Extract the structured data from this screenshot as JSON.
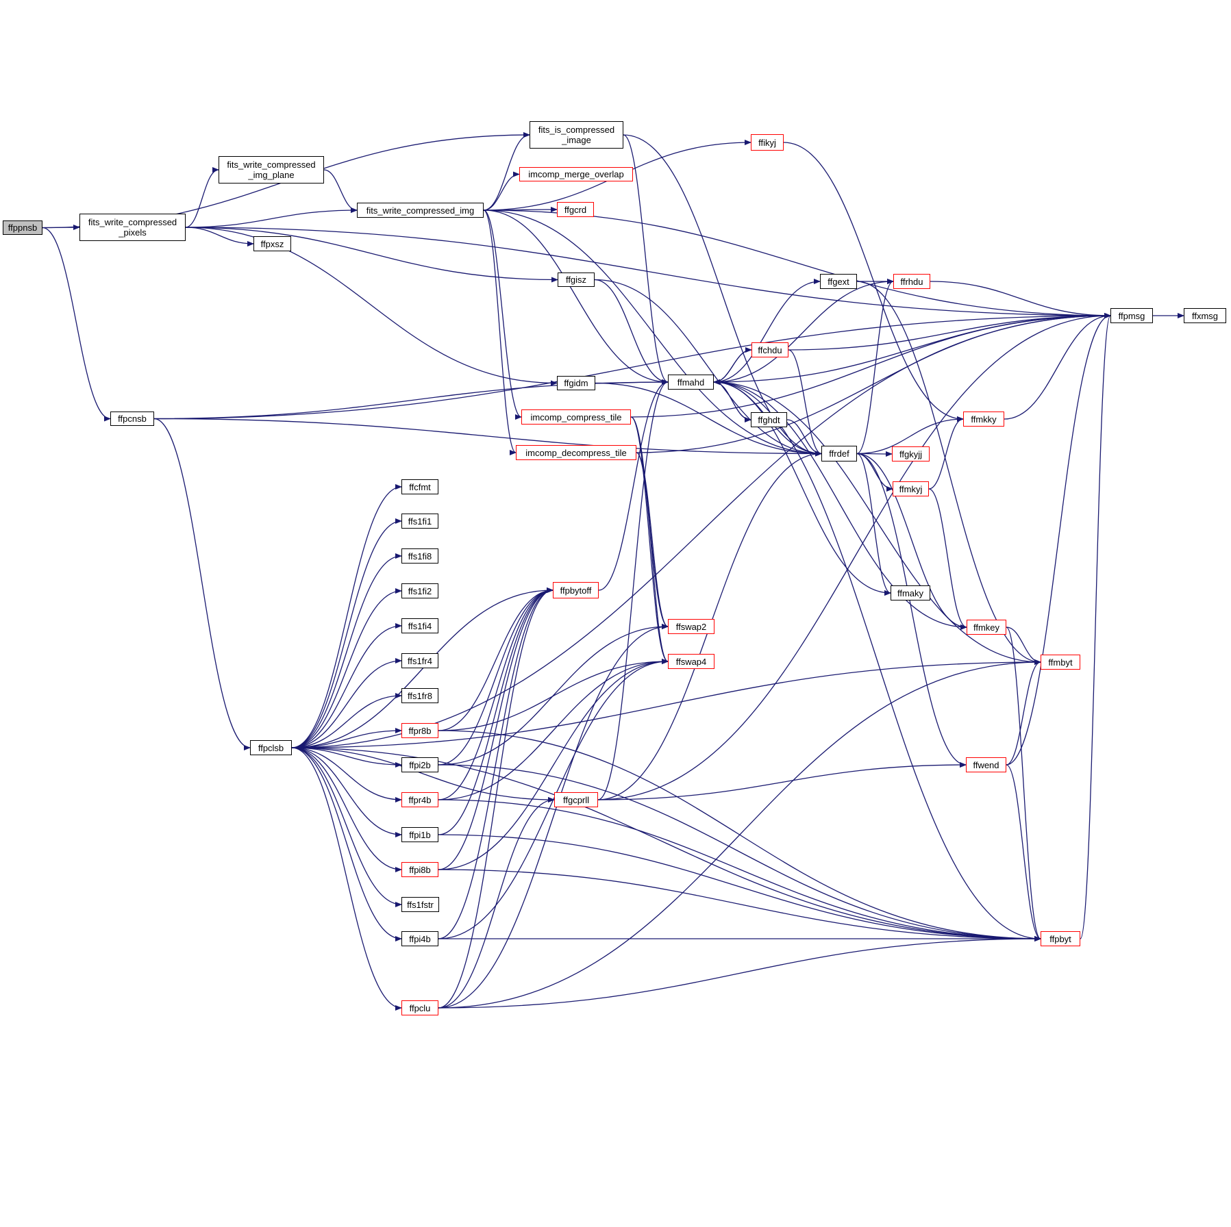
{
  "graph": {
    "edge_color": "#191970",
    "link_border_color": "#ff0000",
    "plain_border_color": "#000000",
    "root_fill": "#bfbfbf",
    "nodes": [
      {
        "id": "ffppnsb",
        "label": "ffppnsb",
        "style": "root"
      },
      {
        "id": "fits_write_compressed_pixels",
        "label": "fits_write_compressed\n_pixels",
        "style": "plain"
      },
      {
        "id": "ffpcnsb",
        "label": "ffpcnsb",
        "style": "plain"
      },
      {
        "id": "fits_write_compressed_img_plane",
        "label": "fits_write_compressed\n_img_plane",
        "style": "plain"
      },
      {
        "id": "fits_write_compressed_img",
        "label": "fits_write_compressed_img",
        "style": "plain"
      },
      {
        "id": "ffpxsz",
        "label": "ffpxsz",
        "style": "plain"
      },
      {
        "id": "fits_is_compressed_image",
        "label": "fits_is_compressed\n_image",
        "style": "plain"
      },
      {
        "id": "imcomp_merge_overlap",
        "label": "imcomp_merge_overlap",
        "style": "link"
      },
      {
        "id": "ffgcrd",
        "label": "ffgcrd",
        "style": "link"
      },
      {
        "id": "ffgisz",
        "label": "ffgisz",
        "style": "plain"
      },
      {
        "id": "ffgidm",
        "label": "ffgidm",
        "style": "plain"
      },
      {
        "id": "imcomp_compress_tile",
        "label": "imcomp_compress_tile",
        "style": "link"
      },
      {
        "id": "imcomp_decompress_tile",
        "label": "imcomp_decompress_tile",
        "style": "link"
      },
      {
        "id": "ffikyj",
        "label": "ffikyj",
        "style": "link"
      },
      {
        "id": "ffmahd",
        "label": "ffmahd",
        "style": "plain"
      },
      {
        "id": "ffgext",
        "label": "ffgext",
        "style": "plain"
      },
      {
        "id": "ffrhdu",
        "label": "ffrhdu",
        "style": "link"
      },
      {
        "id": "ffchdu",
        "label": "ffchdu",
        "style": "link"
      },
      {
        "id": "ffghdt",
        "label": "ffghdt",
        "style": "plain"
      },
      {
        "id": "ffrdef",
        "label": "ffrdef",
        "style": "plain"
      },
      {
        "id": "ffgkyjj",
        "label": "ffgkyjj",
        "style": "link"
      },
      {
        "id": "ffmkyj",
        "label": "ffmkyj",
        "style": "link"
      },
      {
        "id": "ffmaky",
        "label": "ffmaky",
        "style": "plain"
      },
      {
        "id": "ffmkky",
        "label": "ffmkky",
        "style": "link"
      },
      {
        "id": "ffmkey",
        "label": "ffmkey",
        "style": "link"
      },
      {
        "id": "ffmbyt",
        "label": "ffmbyt",
        "style": "link"
      },
      {
        "id": "ffwend",
        "label": "ffwend",
        "style": "link"
      },
      {
        "id": "ffpbyt",
        "label": "ffpbyt",
        "style": "link"
      },
      {
        "id": "ffpmsg",
        "label": "ffpmsg",
        "style": "plain"
      },
      {
        "id": "ffxmsg",
        "label": "ffxmsg",
        "style": "plain"
      },
      {
        "id": "ffpclsb",
        "label": "ffpclsb",
        "style": "plain"
      },
      {
        "id": "ffcfmt",
        "label": "ffcfmt",
        "style": "plain"
      },
      {
        "id": "ffs1fi1",
        "label": "ffs1fi1",
        "style": "plain"
      },
      {
        "id": "ffs1fi8",
        "label": "ffs1fi8",
        "style": "plain"
      },
      {
        "id": "ffs1fi2",
        "label": "ffs1fi2",
        "style": "plain"
      },
      {
        "id": "ffs1fi4",
        "label": "ffs1fi4",
        "style": "plain"
      },
      {
        "id": "ffs1fr4",
        "label": "ffs1fr4",
        "style": "plain"
      },
      {
        "id": "ffs1fr8",
        "label": "ffs1fr8",
        "style": "plain"
      },
      {
        "id": "ffpr8b",
        "label": "ffpr8b",
        "style": "link"
      },
      {
        "id": "ffpi2b",
        "label": "ffpi2b",
        "style": "plain"
      },
      {
        "id": "ffpr4b",
        "label": "ffpr4b",
        "style": "link"
      },
      {
        "id": "ffpi1b",
        "label": "ffpi1b",
        "style": "plain"
      },
      {
        "id": "ffpi8b",
        "label": "ffpi8b",
        "style": "link"
      },
      {
        "id": "ffs1fstr",
        "label": "ffs1fstr",
        "style": "plain"
      },
      {
        "id": "ffpi4b",
        "label": "ffpi4b",
        "style": "plain"
      },
      {
        "id": "ffpclu",
        "label": "ffpclu",
        "style": "link"
      },
      {
        "id": "ffpbytoff",
        "label": "ffpbytoff",
        "style": "link"
      },
      {
        "id": "ffswap2",
        "label": "ffswap2",
        "style": "link"
      },
      {
        "id": "ffswap4",
        "label": "ffswap4",
        "style": "link"
      },
      {
        "id": "ffgcprll",
        "label": "ffgcprll",
        "style": "link"
      }
    ],
    "edges": [
      [
        "ffppnsb",
        "fits_write_compressed_pixels"
      ],
      [
        "ffppnsb",
        "ffpcnsb"
      ],
      [
        "ffppnsb",
        "fits_is_compressed_image"
      ],
      [
        "fits_write_compressed_pixels",
        "fits_write_compressed_img_plane"
      ],
      [
        "fits_write_compressed_pixels",
        "fits_write_compressed_img"
      ],
      [
        "fits_write_compressed_pixels",
        "ffpxsz"
      ],
      [
        "fits_write_compressed_pixels",
        "ffgisz"
      ],
      [
        "fits_write_compressed_pixels",
        "ffgidm"
      ],
      [
        "fits_write_compressed_pixels",
        "ffpmsg"
      ],
      [
        "fits_write_compressed_img_plane",
        "fits_write_compressed_img"
      ],
      [
        "fits_write_compressed_img",
        "fits_is_compressed_image"
      ],
      [
        "fits_write_compressed_img",
        "imcomp_merge_overlap"
      ],
      [
        "fits_write_compressed_img",
        "ffgcrd"
      ],
      [
        "fits_write_compressed_img",
        "imcomp_compress_tile"
      ],
      [
        "fits_write_compressed_img",
        "imcomp_decompress_tile"
      ],
      [
        "fits_write_compressed_img",
        "ffikyj"
      ],
      [
        "fits_write_compressed_img",
        "ffmahd"
      ],
      [
        "fits_write_compressed_img",
        "ffrdef"
      ],
      [
        "fits_write_compressed_img",
        "ffpmsg"
      ],
      [
        "fits_is_compressed_image",
        "ffmahd"
      ],
      [
        "fits_is_compressed_image",
        "ffrdef"
      ],
      [
        "ffgisz",
        "ffmahd"
      ],
      [
        "ffgisz",
        "ffrdef"
      ],
      [
        "ffgidm",
        "ffmahd"
      ],
      [
        "ffgidm",
        "ffrdef"
      ],
      [
        "imcomp_compress_tile",
        "ffswap2"
      ],
      [
        "imcomp_compress_tile",
        "ffswap4"
      ],
      [
        "imcomp_compress_tile",
        "ffpmsg"
      ],
      [
        "imcomp_decompress_tile",
        "ffswap2"
      ],
      [
        "imcomp_decompress_tile",
        "ffswap4"
      ],
      [
        "imcomp_decompress_tile",
        "ffpmsg"
      ],
      [
        "ffikyj",
        "ffmkky"
      ],
      [
        "ffmahd",
        "ffchdu"
      ],
      [
        "ffmahd",
        "ffrhdu"
      ],
      [
        "ffmahd",
        "ffgext"
      ],
      [
        "ffmahd",
        "ffghdt"
      ],
      [
        "ffmahd",
        "ffpmsg"
      ],
      [
        "ffmahd",
        "ffmbyt"
      ],
      [
        "ffmahd",
        "ffpbyt"
      ],
      [
        "ffmahd",
        "ffmaky"
      ],
      [
        "ffgext",
        "ffrhdu"
      ],
      [
        "ffgext",
        "ffmbyt"
      ],
      [
        "ffrhdu",
        "ffpmsg"
      ],
      [
        "ffchdu",
        "ffmahd"
      ],
      [
        "ffchdu",
        "ffrdef"
      ],
      [
        "ffchdu",
        "ffpmsg"
      ],
      [
        "ffghdt",
        "ffmahd"
      ],
      [
        "ffghdt",
        "ffrdef"
      ],
      [
        "ffrdef",
        "ffmahd"
      ],
      [
        "ffrdef",
        "ffrhdu"
      ],
      [
        "ffrdef",
        "ffmkky"
      ],
      [
        "ffrdef",
        "ffgkyjj"
      ],
      [
        "ffrdef",
        "ffmkyj"
      ],
      [
        "ffrdef",
        "ffmaky"
      ],
      [
        "ffrdef",
        "ffmkey"
      ],
      [
        "ffrdef",
        "ffwend"
      ],
      [
        "ffmkyj",
        "ffmkky"
      ],
      [
        "ffmkyj",
        "ffmkey"
      ],
      [
        "ffmkky",
        "ffpmsg"
      ],
      [
        "ffmkey",
        "ffmahd"
      ],
      [
        "ffmkey",
        "ffmbyt"
      ],
      [
        "ffmkey",
        "ffpbyt"
      ],
      [
        "ffwend",
        "ffmbyt"
      ],
      [
        "ffwend",
        "ffpbyt"
      ],
      [
        "ffwend",
        "ffpmsg"
      ],
      [
        "ffpbyt",
        "ffpmsg"
      ],
      [
        "ffpmsg",
        "ffxmsg"
      ],
      [
        "ffpcnsb",
        "ffmahd"
      ],
      [
        "ffpcnsb",
        "ffrdef"
      ],
      [
        "ffpcnsb",
        "ffpclsb"
      ],
      [
        "ffpcnsb",
        "ffpmsg"
      ],
      [
        "ffpclsb",
        "ffcfmt"
      ],
      [
        "ffpclsb",
        "ffs1fi1"
      ],
      [
        "ffpclsb",
        "ffs1fi8"
      ],
      [
        "ffpclsb",
        "ffs1fi2"
      ],
      [
        "ffpclsb",
        "ffs1fi4"
      ],
      [
        "ffpclsb",
        "ffs1fr4"
      ],
      [
        "ffpclsb",
        "ffs1fr8"
      ],
      [
        "ffpclsb",
        "ffpr8b"
      ],
      [
        "ffpclsb",
        "ffpi2b"
      ],
      [
        "ffpclsb",
        "ffpr4b"
      ],
      [
        "ffpclsb",
        "ffpi1b"
      ],
      [
        "ffpclsb",
        "ffpi8b"
      ],
      [
        "ffpclsb",
        "ffs1fstr"
      ],
      [
        "ffpclsb",
        "ffpi4b"
      ],
      [
        "ffpclsb",
        "ffpclu"
      ],
      [
        "ffpclsb",
        "ffpbytoff"
      ],
      [
        "ffpclsb",
        "ffmbyt"
      ],
      [
        "ffpclsb",
        "ffpbyt"
      ],
      [
        "ffpclsb",
        "ffpmsg"
      ],
      [
        "ffpclsb",
        "ffgcprll"
      ],
      [
        "ffpr8b",
        "ffpbytoff"
      ],
      [
        "ffpr8b",
        "ffswap4"
      ],
      [
        "ffpr8b",
        "ffpbyt"
      ],
      [
        "ffpi2b",
        "ffpbytoff"
      ],
      [
        "ffpi2b",
        "ffswap2"
      ],
      [
        "ffpi2b",
        "ffpbyt"
      ],
      [
        "ffpr4b",
        "ffpbytoff"
      ],
      [
        "ffpr4b",
        "ffswap4"
      ],
      [
        "ffpr4b",
        "ffpbyt"
      ],
      [
        "ffpi1b",
        "ffpbytoff"
      ],
      [
        "ffpi1b",
        "ffpbyt"
      ],
      [
        "ffpi8b",
        "ffpbytoff"
      ],
      [
        "ffpi8b",
        "ffswap4"
      ],
      [
        "ffpi8b",
        "ffpbyt"
      ],
      [
        "ffpi4b",
        "ffpbytoff"
      ],
      [
        "ffpi4b",
        "ffswap4"
      ],
      [
        "ffpi4b",
        "ffpbyt"
      ],
      [
        "ffpclu",
        "ffgcprll"
      ],
      [
        "ffpclu",
        "ffpbytoff"
      ],
      [
        "ffpclu",
        "ffswap2"
      ],
      [
        "ffpclu",
        "ffmbyt"
      ],
      [
        "ffpclu",
        "ffpbyt"
      ],
      [
        "ffpbytoff",
        "ffmahd"
      ],
      [
        "ffgcprll",
        "ffmahd"
      ],
      [
        "ffgcprll",
        "ffrdef"
      ],
      [
        "ffgcprll",
        "ffwend"
      ],
      [
        "ffgcprll",
        "ffpmsg"
      ]
    ]
  }
}
